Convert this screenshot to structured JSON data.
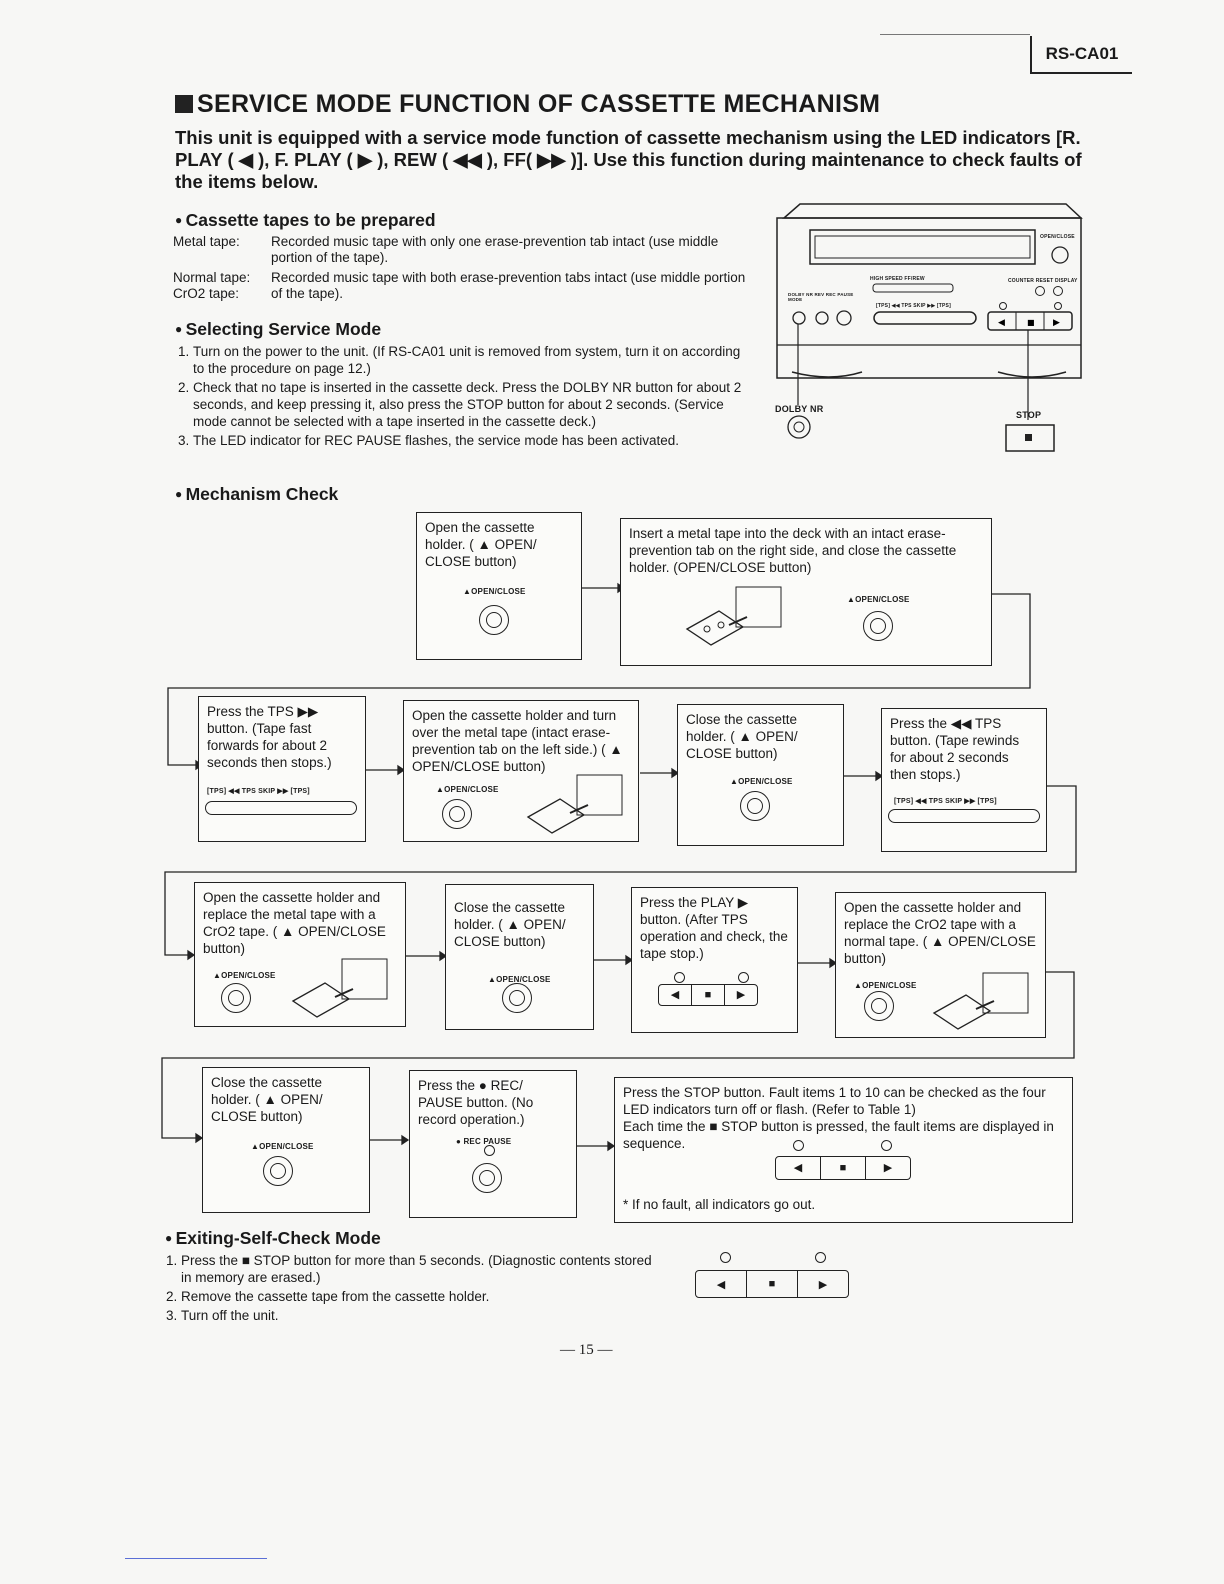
{
  "model": "RS-CA01",
  "title": "SERVICE MODE FUNCTION OF CASSETTE MECHANISM",
  "intro": "This unit is equipped with a service mode function of cassette mechanism using the LED indicators [R. PLAY ( ◀ ), F. PLAY ( ▶ ), REW ( ◀◀ ), FF( ▶▶ )]. Use this function during maintenance to check faults of the items below.",
  "cassette": {
    "heading": "Cassette tapes to be prepared",
    "metal_label": "Metal tape:",
    "metal_text": "Recorded music tape with only one erase-prevention tab intact (use middle portion of the tape).",
    "normal_label": "Normal tape:",
    "cro2_label": "CrO2 tape:",
    "normal_text": "Recorded music tape with both erase-prevention tabs intact (use middle portion of the tape)."
  },
  "selecting": {
    "heading": "Selecting Service Mode",
    "step1": "Turn on the power to the unit. (If RS-CA01 unit is removed from system, turn it on according to the procedure on page 12.)",
    "step2": "Check that no tape is inserted in the cassette deck. Press the DOLBY NR button for about 2 seconds, and keep pressing it, also press the STOP button for about 2 seconds. (Service mode cannot be selected with a tape inserted in the cassette deck.)",
    "step3": "The LED indicator for REC PAUSE flashes, the service mode has been activated."
  },
  "diagram": {
    "open_close": "OPEN/CLOSE",
    "high_speed": "HIGH SPEED FF/REW",
    "counter": "COUNTER RESET DISPLAY",
    "dolby_small": "DOLBY NR  REV  REC PAUSE MODE",
    "tps": "[TPS] ◀◀  TPS SKIP  ▶▶ [TPS]",
    "dolby_label": "DOLBY NR",
    "stop_label": "STOP"
  },
  "mechanism": {
    "heading": "Mechanism Check",
    "b1": "Open the cassette holder. ( ▲ OPEN/ CLOSE button)",
    "b2": "Insert a metal tape into the deck with an intact erase-prevention tab on the right side, and close the cassette holder. (OPEN/CLOSE button)",
    "b3": "Press the TPS ▶▶ button. (Tape fast forwards for about 2 seconds then stops.)",
    "b4": "Open the cassette holder and turn over the metal tape (intact erase-prevention tab on the left side.) ( ▲ OPEN/CLOSE button)",
    "b5": "Close the cassette holder. ( ▲ OPEN/ CLOSE button)",
    "b6": "Press the ◀◀ TPS button. (Tape rewinds for about 2 seconds then stops.)",
    "b7": "Open the cassette holder and replace the metal tape with a CrO2 tape. ( ▲ OPEN/CLOSE button)",
    "b8": "Close the cassette holder. ( ▲ OPEN/ CLOSE button)",
    "b9": "Press the PLAY ▶ button. (After TPS operation and check, the tape stop.)",
    "b10": "Open the cassette holder and replace the CrO2 tape with a normal tape. ( ▲ OPEN/CLOSE button)",
    "b11": "Close the cassette holder. ( ▲ OPEN/ CLOSE button)",
    "b12": "Press the ● REC/ PAUSE button. (No record operation.)",
    "b13a": "Press the STOP button. Fault items 1 to 10 can be checked as the four LED indicators turn off or flash. (Refer to Table 1)",
    "b13b": "Each time the ■ STOP button is pressed, the fault items are displayed in sequence.",
    "b13c": "* If no fault, all indicators go out.",
    "open_close_lbl": "▲OPEN/CLOSE",
    "rec_pause_lbl": "● REC PAUSE",
    "tps_lbl": "[TPS] ◀◀  TPS SKIP  ▶▶ [TPS]"
  },
  "exiting": {
    "heading": "Exiting-Self-Check Mode",
    "step1": "Press the ■ STOP button for more than 5 seconds. (Diagnostic contents stored in memory are erased.)",
    "step2": "Remove the cassette tape from the cassette holder.",
    "step3": "Turn off the unit."
  },
  "keys": {
    "rew": "◀",
    "stop": "■",
    "play": "▶"
  },
  "page_number": "— 15 —"
}
